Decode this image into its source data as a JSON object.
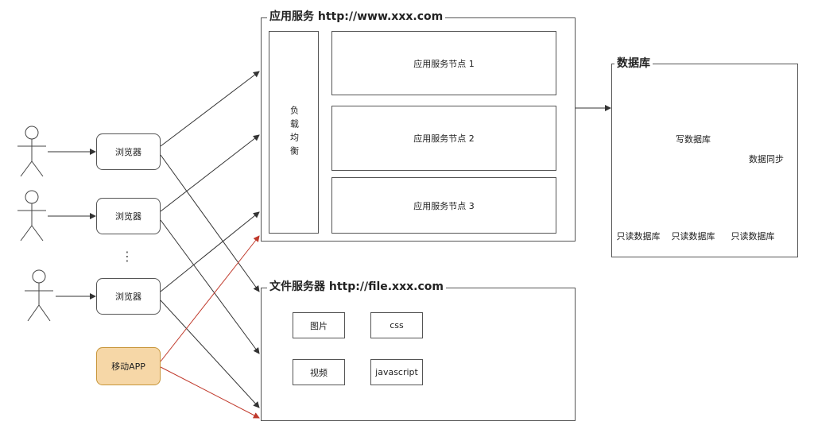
{
  "app_service": {
    "title": "应用服务  http://www.xxx.com",
    "load_balancer": "负载均衡",
    "nodes": [
      "应用服务节点 1",
      "应用服务节点 2",
      "应用服务节点 3"
    ]
  },
  "file_service": {
    "title": "文件服务器 http://file.xxx.com",
    "items": [
      "图片",
      "css",
      "视频",
      "javascript"
    ]
  },
  "database": {
    "title": "数据库",
    "write_db": "写数据库",
    "sync_label": "数据同步",
    "read_dbs": [
      "只读数据库",
      "只读数据库",
      "只读数据库"
    ]
  },
  "clients": {
    "browsers": [
      "浏览器",
      "浏览器",
      "浏览器"
    ],
    "ellipsis": "⋮",
    "mobile_app": "移动APP"
  },
  "colors": {
    "line": "#333333",
    "red_arrow": "#c0392b",
    "app_fill": "#f6d7a7"
  }
}
